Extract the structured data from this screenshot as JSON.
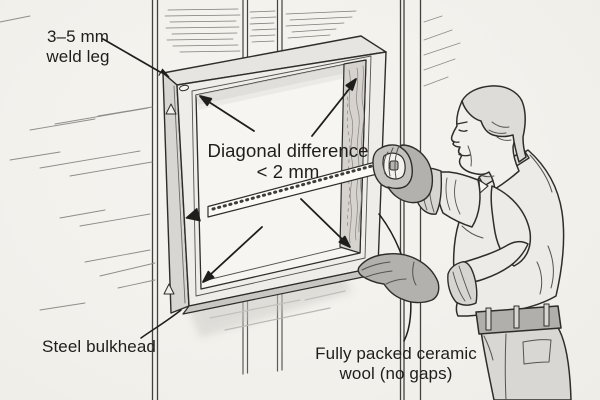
{
  "title": "Steel bulkhead frame installation diagram",
  "labels": {
    "weld_leg": {
      "line1": "3–5 mm",
      "line2": "weld leg"
    },
    "diagonal": {
      "line1": "Diagonal difference",
      "line2": "< 2 mm"
    },
    "bulkhead": {
      "text": "Steel bulkhead"
    },
    "wool": {
      "line1": "Fully packed ceramic",
      "line2": "wool (no gaps)"
    }
  },
  "colors": {
    "background": "#f3f1ec",
    "ink": "#2e2d2a",
    "text": "#1f1e1c",
    "frame_face": "#efede9",
    "frame_side": "#d8d6d2",
    "wool": "#d6d3ce",
    "tape": "#fbfaf7",
    "glove": "#b3b1ad",
    "sweater": "#edebe7",
    "cuff": "#d7d5d1",
    "belt": "#b1afab",
    "trousers": "#d9d7d3",
    "hair": "#dedcd8",
    "skin": "#f2f0ec"
  }
}
